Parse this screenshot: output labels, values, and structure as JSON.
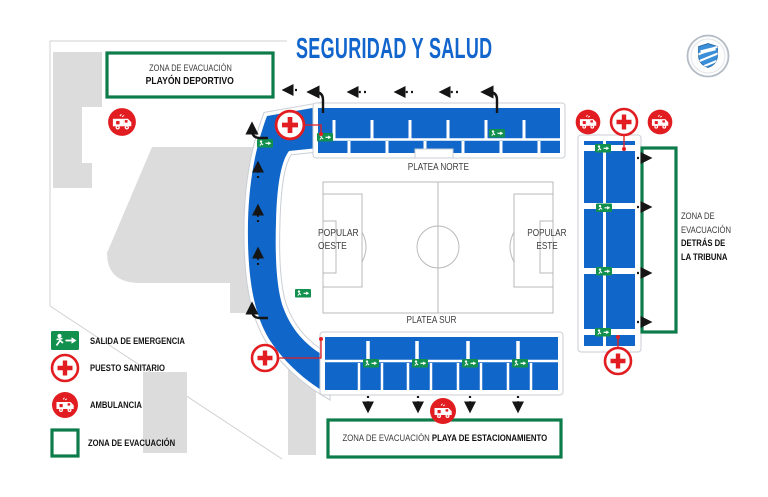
{
  "title": "SEGURIDAD Y SALUD",
  "club_logo": "godoy-cruz-crest",
  "colors": {
    "stand_blue": "#1166c9",
    "alert_red": "#e11d21",
    "zone_green": "#0e7c4a",
    "badge_green": "#12914e",
    "building_gray": "#dcdcdc"
  },
  "zones": {
    "top": {
      "line1": "ZONA DE EVACUACIÓN",
      "line2": "PLAYÓN DEPORTIVO"
    },
    "bottom": {
      "line1": "ZONA DE EVACUACIÓN",
      "line2": "PLAYA DE ESTACIONAMIENTO"
    },
    "right": {
      "line1": "ZONA DE",
      "line2": "EVACUACIÓN",
      "line3": "DETRÁS DE",
      "line4": "LA TRIBUNA"
    }
  },
  "stands": {
    "north": "PLATEA NORTE",
    "south": "PLATEA SUR",
    "west": {
      "line1": "POPULAR",
      "line2": "OESTE"
    },
    "east": {
      "line1": "POPULAR",
      "line2": "ESTE"
    }
  },
  "legend": {
    "items": [
      {
        "icon": "emergency-exit-icon",
        "label": "SALIDA DE EMERGENCIA"
      },
      {
        "icon": "first-aid-icon",
        "label": "PUESTO SANITARIO"
      },
      {
        "icon": "ambulance-icon",
        "label": "AMBULANCIA"
      },
      {
        "icon": "evacuation-zone-icon",
        "label": "ZONA DE EVACUACIÓN"
      }
    ]
  }
}
